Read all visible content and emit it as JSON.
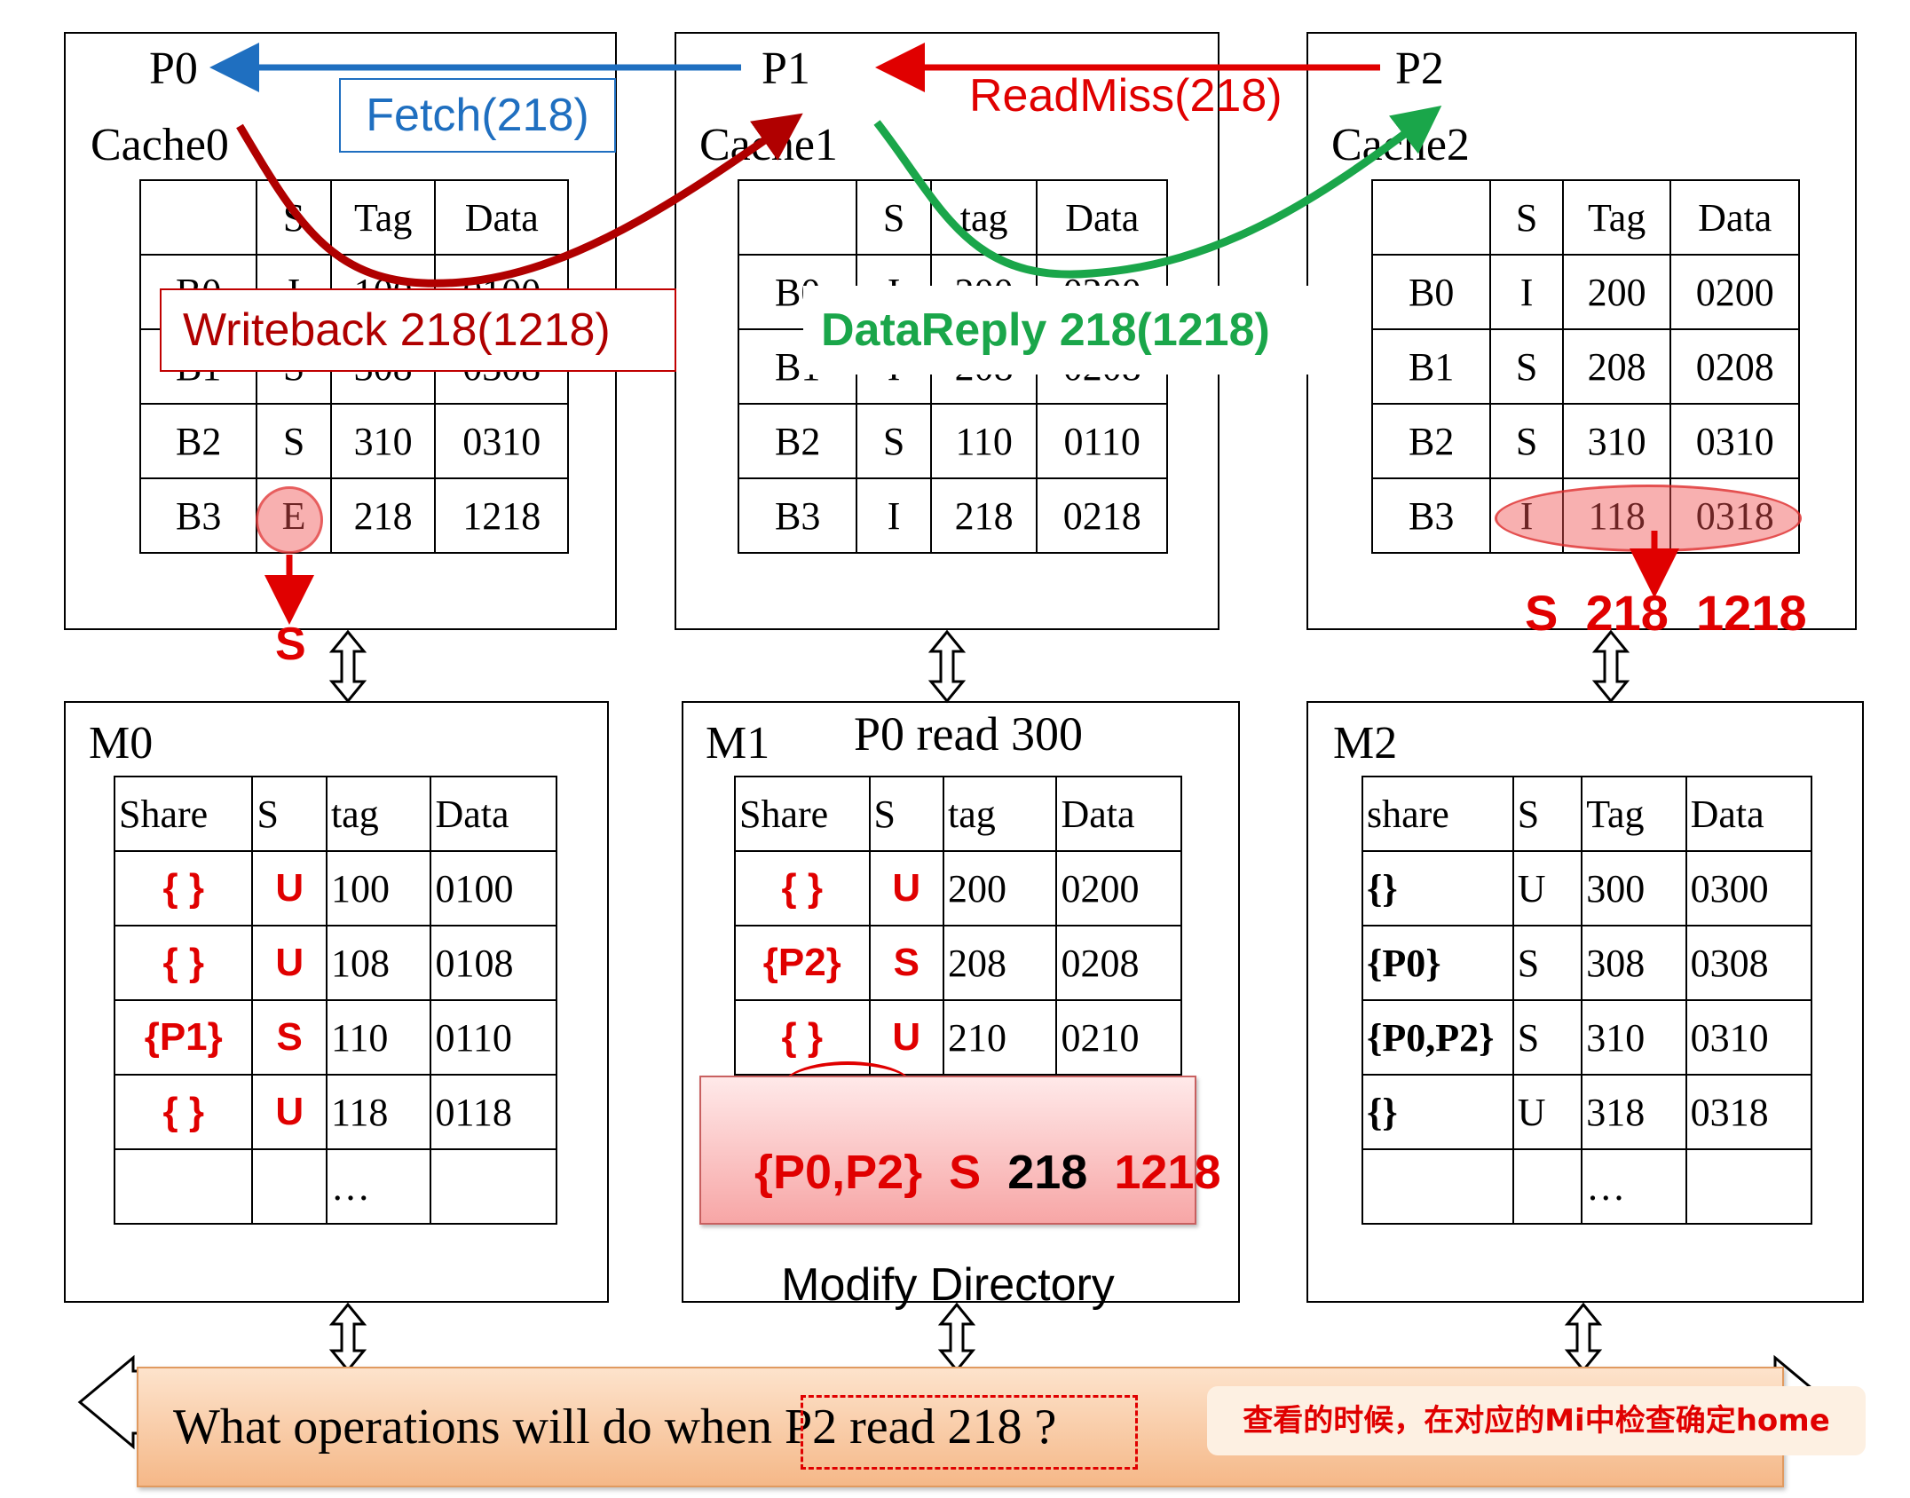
{
  "processors": [
    {
      "label": "P0",
      "cache_label": "Cache0",
      "columns": [
        "",
        "S",
        "Tag",
        "Data"
      ],
      "rows": [
        [
          "B0",
          "I",
          "100",
          "0100"
        ],
        [
          "B1",
          "S",
          "308",
          "0308"
        ],
        [
          "B2",
          "S",
          "310",
          "0310"
        ],
        [
          "B3",
          "E",
          "218",
          "1218"
        ]
      ]
    },
    {
      "label": "P1",
      "cache_label": "Cache1",
      "columns": [
        "",
        "S",
        "tag",
        "Data"
      ],
      "rows": [
        [
          "B0",
          "I",
          "200",
          "0200"
        ],
        [
          "B1",
          "I",
          "208",
          "0208"
        ],
        [
          "B2",
          "S",
          "110",
          "0110"
        ],
        [
          "B3",
          "I",
          "218",
          "0218"
        ]
      ]
    },
    {
      "label": "P2",
      "cache_label": "Cache2",
      "columns": [
        "",
        "S",
        "Tag",
        "Data"
      ],
      "rows": [
        [
          "B0",
          "I",
          "200",
          "0200"
        ],
        [
          "B1",
          "S",
          "208",
          "0208"
        ],
        [
          "B2",
          "S",
          "310",
          "0310"
        ],
        [
          "B3",
          "I",
          "118",
          "0318"
        ]
      ]
    }
  ],
  "memories": [
    {
      "label": "M0",
      "columns": [
        "Share",
        "S",
        "tag",
        "Data"
      ],
      "rows": [
        [
          "{ }",
          "U",
          "100",
          "0100"
        ],
        [
          "{ }",
          "U",
          "108",
          "0108"
        ],
        [
          "{P1}",
          "S",
          "110",
          "0110"
        ],
        [
          "{ }",
          "U",
          "118",
          "0118"
        ],
        [
          "",
          "",
          "…",
          ""
        ]
      ]
    },
    {
      "label": "M1",
      "columns": [
        "Share",
        "S",
        "tag",
        "Data"
      ],
      "rows": [
        [
          "{ }",
          "U",
          "200",
          "0200"
        ],
        [
          "{P2}",
          "S",
          "208",
          "0208"
        ],
        [
          "{ }",
          "U",
          "210",
          "0210"
        ],
        [
          "",
          "",
          "",
          ""
        ],
        [
          "",
          "",
          "",
          ""
        ]
      ]
    },
    {
      "label": "M2",
      "columns": [
        "share",
        "S",
        "Tag",
        "Data"
      ],
      "rows": [
        [
          "{}",
          "U",
          "300",
          "0300"
        ],
        [
          "{P0}",
          "S",
          "308",
          "0308"
        ],
        [
          "{P0,P2}",
          "S",
          "310",
          "0310"
        ],
        [
          "{}",
          "U",
          "318",
          "0318"
        ],
        [
          "",
          "",
          "…",
          ""
        ]
      ]
    }
  ],
  "m1_note": "P0 read 300",
  "messages": {
    "fetch": "Fetch(218)",
    "readmiss": "ReadMiss(218)",
    "writeback": "Writeback 218(1218)",
    "datareply": "DataReply 218(1218)"
  },
  "p0_new_state": "S",
  "p2_new_entry": "S  218  1218",
  "directory_update": {
    "share": "{P0,P2}",
    "state": "S",
    "tag": "218",
    "data": "1218",
    "caption": "Modify Directory"
  },
  "question": "What operations will do when P2 read 218 ?",
  "note": "查看的时候，在对应的Mi中检查确定home",
  "colors": {
    "blue": "#1f6fc0",
    "red": "#e00000",
    "dark_red": "#b00000",
    "green": "#1aa64a",
    "orange": "#f7c9a0"
  }
}
